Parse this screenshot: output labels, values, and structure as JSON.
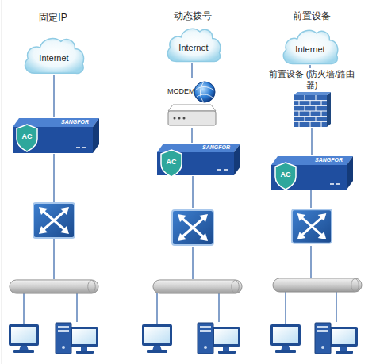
{
  "diagram": {
    "nodes": [
      {
        "text": [
          "Internet"
        ]
      },
      {
        "text": [
          "Internet"
        ]
      },
      {
        "text": [
          "Internet"
        ]
      },
      {
        "text": [
          "MODEM"
        ]
      },
      {
        "text": [
          "前置设备 (防火墙/路由器)"
        ]
      },
      {
        "text": [
          "SANGFOR",
          "AC"
        ]
      },
      {
        "text": [
          "SANGFOR",
          "AC"
        ]
      },
      {
        "text": [
          "SANGFOR",
          "AC"
        ]
      }
    ],
    "edges": [
      {
        "from": 0,
        "to": 5,
        "arrow": "none"
      },
      {
        "from": 1,
        "to": 3,
        "arrow": "none"
      },
      {
        "from": 3,
        "to": 6,
        "arrow": "none"
      },
      {
        "from": 2,
        "to": 4,
        "arrow": "none"
      },
      {
        "from": 4,
        "to": 7,
        "arrow": "none"
      }
    ],
    "labels": [
      "固定IP",
      "动态拨号",
      "前置设备"
    ]
  }
}
